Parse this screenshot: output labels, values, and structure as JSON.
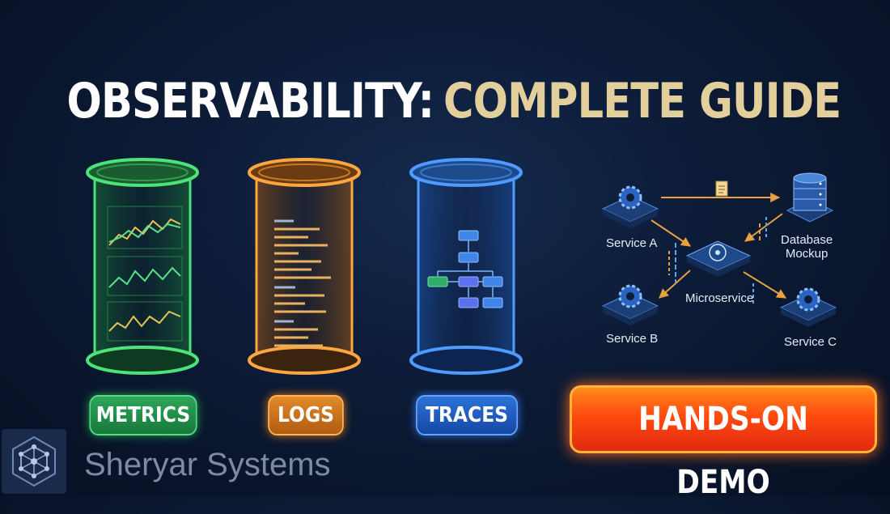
{
  "title": {
    "part1": "OBSERVABILITY:",
    "part2": "COMPLETE GUIDE"
  },
  "pillars": [
    {
      "label": "METRICS",
      "color": "#3fd06a"
    },
    {
      "label": "LOGS",
      "color": "#f29a2e"
    },
    {
      "label": "TRACES",
      "color": "#3f8cff"
    }
  ],
  "diagram": {
    "nodes": {
      "service_a": "Service A",
      "database": "Database\nMockup",
      "microservice": "Microservice",
      "service_b": "Service B",
      "service_c": "Service C"
    }
  },
  "cta": {
    "label": "HANDS-ON DEMO"
  },
  "brand": {
    "name": "Sheryar Systems"
  },
  "colors": {
    "title_accent": "#e2cf9c",
    "background": "#0c1b36",
    "cta": "#ff5a14"
  }
}
